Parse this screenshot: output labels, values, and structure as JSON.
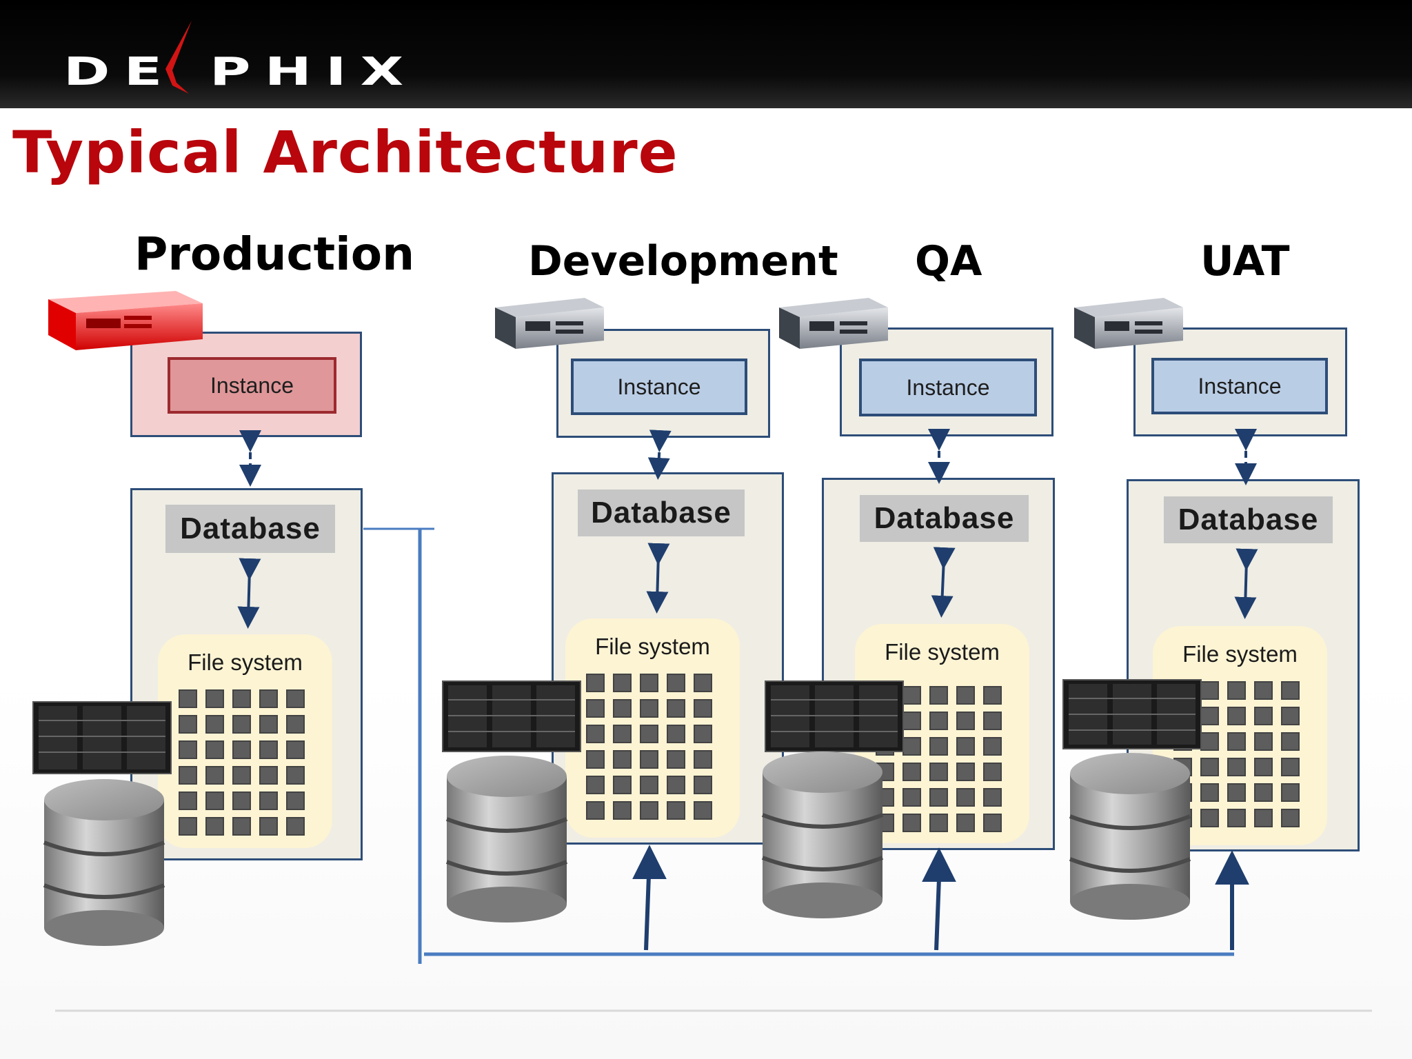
{
  "brand": {
    "logo_text": "DE PHIX",
    "logo_color": "#ffffff",
    "flame_color": "#d21414"
  },
  "page": {
    "title": "Typical Architecture",
    "title_color": "#b8060c"
  },
  "environments": {
    "production": {
      "heading": "Production",
      "instance_label": "Instance",
      "database_label": "Database",
      "filesystem_label": "File system"
    },
    "development": {
      "heading": "Development",
      "instance_label": "Instance",
      "database_label": "Database",
      "filesystem_label": "File system"
    },
    "qa": {
      "heading": "QA",
      "instance_label": "Instance",
      "database_label": "Database",
      "filesystem_label": "File system"
    },
    "uat": {
      "heading": "UAT",
      "instance_label": "Instance",
      "database_label": "Database",
      "filesystem_label": "File system"
    }
  },
  "colors": {
    "connector": "#4a7cc0",
    "arrow": "#1f3e6e",
    "box_border": "#2d4d78",
    "prod_instance_fill": "#df9799",
    "std_instance_fill": "#b9cde5",
    "filesystem_fill": "#fdf4d4"
  },
  "icons": [
    "server-red-icon",
    "server-gray-icon",
    "storage-array-icon",
    "database-cylinder-icon",
    "double-arrow-icon",
    "up-arrow-icon"
  ]
}
